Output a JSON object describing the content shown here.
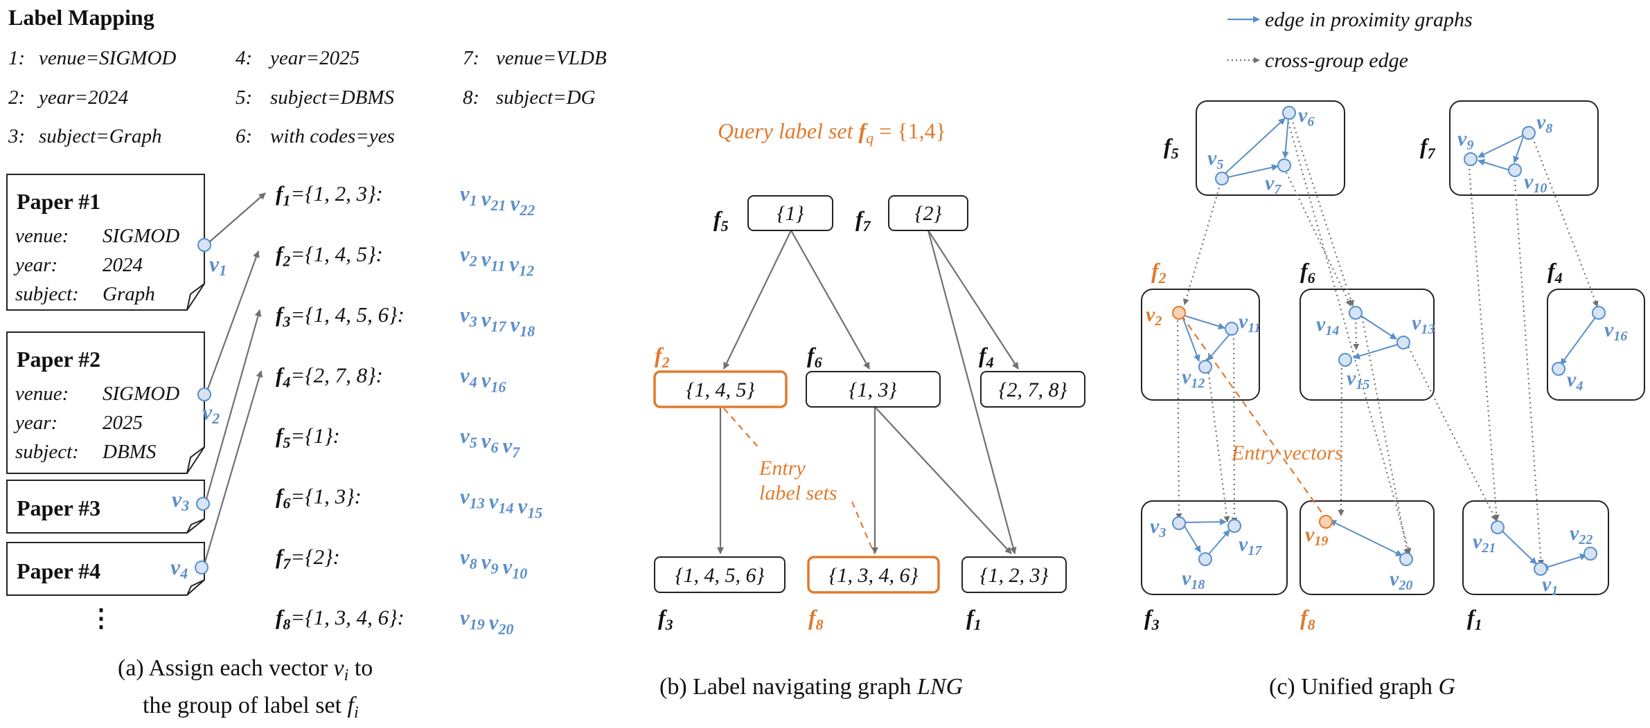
{
  "colors": {
    "blue": "#5b8fc9",
    "orange": "#e07b2e",
    "gray": "#707070",
    "nodefill": "#d6e4f5",
    "orangefill": "#f7d2b4",
    "text": "#111111"
  },
  "panel_a": {
    "title": "Label Mapping",
    "mappings": [
      {
        "num": "1:",
        "text": "venue=SIGMOD"
      },
      {
        "num": "2:",
        "text": "year=2024"
      },
      {
        "num": "3:",
        "text": "subject=Graph"
      },
      {
        "num": "4:",
        "text": "year=2025"
      },
      {
        "num": "5:",
        "text": "subject=DBMS"
      },
      {
        "num": "6:",
        "text": "with codes=yes"
      },
      {
        "num": "7:",
        "text": "venue=VLDB"
      },
      {
        "num": "8:",
        "text": "subject=DG"
      }
    ],
    "papers": [
      {
        "title": "Paper #1",
        "fields": [
          [
            "venue:",
            "SIGMOD"
          ],
          [
            "year:",
            "2024"
          ],
          [
            "subject:",
            "Graph"
          ]
        ],
        "vec": "v",
        "sub": "1"
      },
      {
        "title": "Paper #2",
        "fields": [
          [
            "venue:",
            "SIGMOD"
          ],
          [
            "year:",
            "2025"
          ],
          [
            "subject:",
            "DBMS"
          ]
        ],
        "vec": "v",
        "sub": "2"
      },
      {
        "title": "Paper #3",
        "fields": [],
        "vec": "v",
        "sub": "3"
      },
      {
        "title": "Paper #4",
        "fields": [],
        "vec": "v",
        "sub": "4"
      }
    ],
    "ellipsis": "⋮",
    "groups": [
      {
        "f": "f",
        "sub": "1",
        "set": "={1, 2, 3}:",
        "vectors": [
          [
            "v",
            "1"
          ],
          [
            "v",
            "21"
          ],
          [
            "v",
            "22"
          ]
        ]
      },
      {
        "f": "f",
        "sub": "2",
        "set": "={1, 4, 5}:",
        "vectors": [
          [
            "v",
            "2"
          ],
          [
            "v",
            "11"
          ],
          [
            "v",
            "12"
          ]
        ]
      },
      {
        "f": "f",
        "sub": "3",
        "set": "={1, 4, 5, 6}:",
        "vectors": [
          [
            "v",
            "3"
          ],
          [
            "v",
            "17"
          ],
          [
            "v",
            "18"
          ]
        ]
      },
      {
        "f": "f",
        "sub": "4",
        "set": "={2, 7, 8}:",
        "vectors": [
          [
            "v",
            "4"
          ],
          [
            "v",
            "16"
          ]
        ]
      },
      {
        "f": "f",
        "sub": "5",
        "set": "={1}:",
        "vectors": [
          [
            "v",
            "5"
          ],
          [
            "v",
            "6"
          ],
          [
            "v",
            "7"
          ]
        ]
      },
      {
        "f": "f",
        "sub": "6",
        "set": "={1, 3}:",
        "vectors": [
          [
            "v",
            "13"
          ],
          [
            "v",
            "14"
          ],
          [
            "v",
            "15"
          ]
        ]
      },
      {
        "f": "f",
        "sub": "7",
        "set": "={2}:",
        "vectors": [
          [
            "v",
            "8"
          ],
          [
            "v",
            "9"
          ],
          [
            "v",
            "10"
          ]
        ]
      },
      {
        "f": "f",
        "sub": "8",
        "set": "={1, 3, 4, 6}:",
        "vectors": [
          [
            "v",
            "19"
          ],
          [
            "v",
            "20"
          ]
        ]
      }
    ],
    "caption_line1": "(a) Assign each vector ",
    "caption_vi": "v",
    "caption_vi_sub": "i",
    "caption_line1_end": " to",
    "caption_line2": "the group of label set ",
    "caption_fi": "f",
    "caption_fi_sub": "i"
  },
  "panel_b": {
    "query_prefix": "Query label set ",
    "query_f": "f",
    "query_sub": "q",
    "query_suffix": " = {1,4}",
    "nodes": [
      {
        "id": "f5",
        "label": "{1}",
        "f": "f",
        "sub": "5"
      },
      {
        "id": "f7",
        "label": "{2}",
        "f": "f",
        "sub": "7"
      },
      {
        "id": "f2",
        "label": "{1, 4, 5}",
        "f": "f",
        "sub": "2"
      },
      {
        "id": "f6",
        "label": "{1, 3}",
        "f": "f",
        "sub": "6"
      },
      {
        "id": "f4",
        "label": "{2, 7, 8}",
        "f": "f",
        "sub": "4"
      },
      {
        "id": "f3",
        "label": "{1, 4, 5, 6}",
        "f": "f",
        "sub": "3"
      },
      {
        "id": "f8",
        "label": "{1, 3, 4, 6}",
        "f": "f",
        "sub": "8"
      },
      {
        "id": "f1",
        "label": "{1, 2, 3}",
        "f": "f",
        "sub": "1"
      }
    ],
    "entry_line1": "Entry",
    "entry_line2": "label sets",
    "caption": "(b) Label navigating graph ",
    "caption_it": "LNG"
  },
  "panel_c": {
    "legend_edge": "edge in proximity graphs",
    "legend_cross": "cross-group edge",
    "entry_vectors": "Entry vectors",
    "groups": [
      {
        "f": "f",
        "sub": "5",
        "nodes": [
          [
            "v",
            "5"
          ],
          [
            "v",
            "6"
          ],
          [
            "v",
            "7"
          ]
        ]
      },
      {
        "f": "f",
        "sub": "7",
        "nodes": [
          [
            "v",
            "8"
          ],
          [
            "v",
            "9"
          ],
          [
            "v",
            "10"
          ]
        ]
      },
      {
        "f": "f",
        "sub": "2",
        "nodes": [
          [
            "v",
            "2"
          ],
          [
            "v",
            "11"
          ],
          [
            "v",
            "12"
          ]
        ]
      },
      {
        "f": "f",
        "sub": "6",
        "nodes": [
          [
            "v",
            "13"
          ],
          [
            "v",
            "14"
          ],
          [
            "v",
            "15"
          ]
        ]
      },
      {
        "f": "f",
        "sub": "4",
        "nodes": [
          [
            "v",
            "4"
          ],
          [
            "v",
            "16"
          ]
        ]
      },
      {
        "f": "f",
        "sub": "3",
        "nodes": [
          [
            "v",
            "3"
          ],
          [
            "v",
            "17"
          ],
          [
            "v",
            "18"
          ]
        ]
      },
      {
        "f": "f",
        "sub": "8",
        "nodes": [
          [
            "v",
            "19"
          ],
          [
            "v",
            "20"
          ]
        ]
      },
      {
        "f": "f",
        "sub": "1",
        "nodes": [
          [
            "v",
            "1"
          ],
          [
            "v",
            "21"
          ],
          [
            "v",
            "22"
          ]
        ]
      }
    ],
    "caption": "(c) Unified graph ",
    "caption_it": "G"
  }
}
